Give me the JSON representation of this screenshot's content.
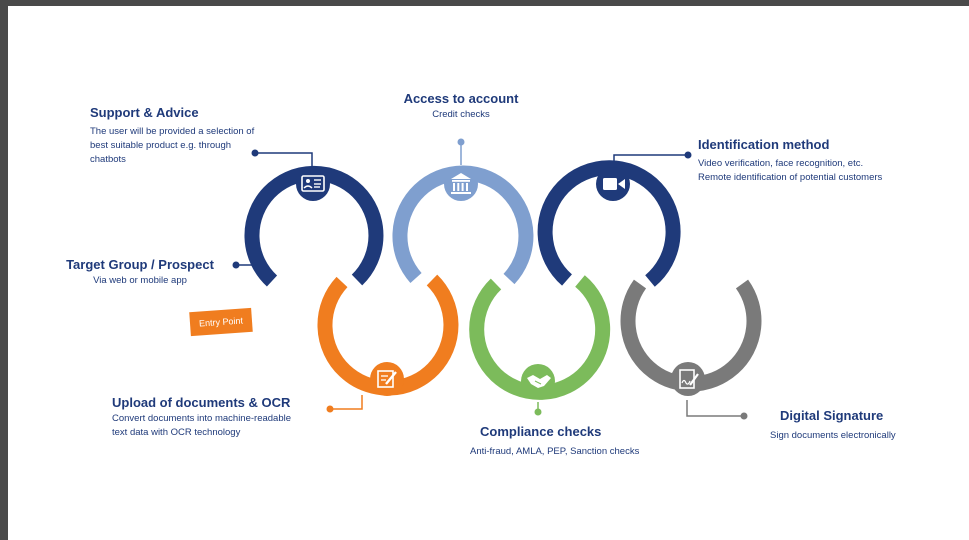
{
  "colors": {
    "navy": "#1f3a7a",
    "light_blue": "#7f9fcf",
    "orange": "#f07d1f",
    "green": "#7cbb5b",
    "gray": "#7a7a7a",
    "text": "#1f3a7a"
  },
  "entry_label": "Entry Point",
  "steps": {
    "support": {
      "title": "Support & Advice",
      "desc": "The user will be provided a selection of best suitable product e.g. through chatbots",
      "icon": "id-card-icon"
    },
    "target": {
      "title": "Target Group / Prospect",
      "desc": "Via web or mobile app"
    },
    "upload": {
      "title": "Upload of documents & OCR",
      "desc": "Convert documents into machine-readable text data with OCR technology",
      "icon": "document-edit-icon"
    },
    "access": {
      "title": "Access to account",
      "desc": "Credit checks",
      "icon": "bank-icon"
    },
    "compliance": {
      "title": "Compliance checks",
      "desc": "Anti-fraud, AMLA, PEP, Sanction checks",
      "icon": "handshake-icon"
    },
    "identification": {
      "title": "Identification method",
      "desc": "Video verification, face recognition, etc. Remote identification of potential customers",
      "icon": "video-camera-icon"
    },
    "signature": {
      "title": "Digital Signature",
      "desc": "Sign documents electronically",
      "icon": "signature-document-icon"
    }
  }
}
